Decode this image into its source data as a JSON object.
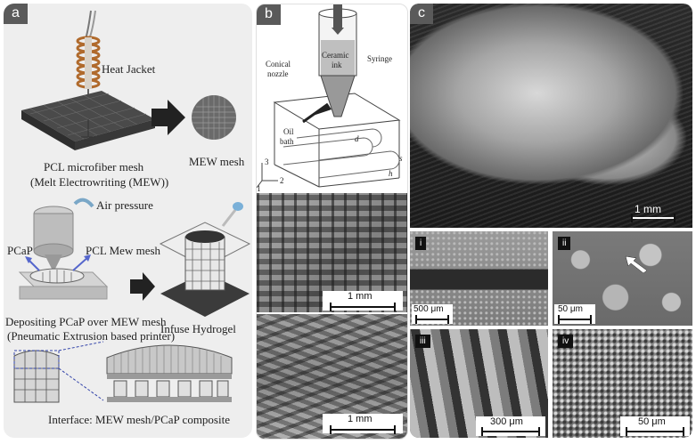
{
  "panel_a": {
    "label": "a",
    "heat_jacket": "Heat Jacket",
    "mew_mesh": "MEW mesh",
    "pcl_caption_1": "PCL microfiber mesh",
    "pcl_caption_2": "(Melt Electrowriting (MEW))",
    "air_pressure": "Air pressure",
    "pcap": "PCaP",
    "pcl_mew_mesh": "PCL Mew mesh",
    "depositing_1": "Depositing PCaP over MEW mesh",
    "depositing_2": "(Pneumatic Extrusion based printer)",
    "infuse": "Infuse Hydrogel",
    "interface": "Interface: MEW mesh/PCaP composite"
  },
  "panel_b": {
    "label": "b",
    "conical": "Conical",
    "nozzle": "nozzle",
    "ceramic": "Ceramic",
    "ink": "ink",
    "syringe": "Syringe",
    "oil": "Oil",
    "bath": "bath",
    "d": "d",
    "h": "h",
    "s": "s",
    "axis1": "1",
    "axis2": "2",
    "axis3": "3",
    "scale_top": "1 mm",
    "scale_bottom": "1 mm"
  },
  "panel_c": {
    "label": "c",
    "scale_main": "1 mm",
    "sub": [
      {
        "tag": "i",
        "scale": "500 μm"
      },
      {
        "tag": "ii",
        "scale": "50 μm"
      },
      {
        "tag": "iii",
        "scale": "300 μm"
      },
      {
        "tag": "iv",
        "scale": "50 μm"
      }
    ]
  }
}
